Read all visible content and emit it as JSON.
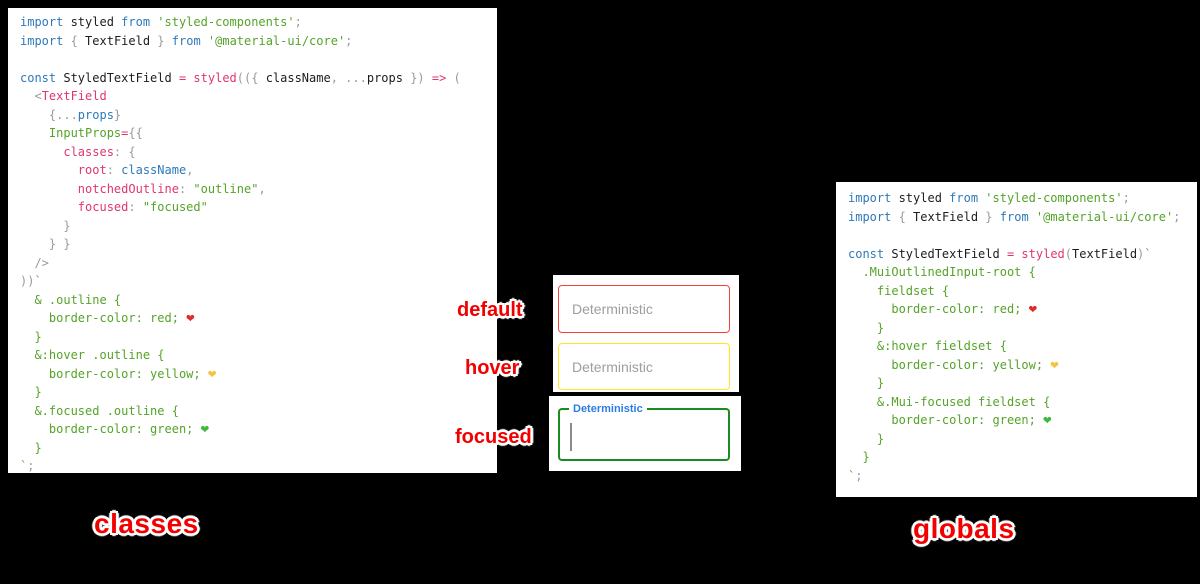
{
  "colors": {
    "background": "#000000",
    "keyword_blue": "#2e79b9",
    "string_green": "#55a329",
    "pink": "#e0376e",
    "punctuation_gray": "#9b9b9b",
    "plain_text": "#1d1d1d",
    "default_border_red": "#f44336",
    "hover_border_yellow": "#ffe623",
    "focused_border_green": "#1a8c1f",
    "focused_label_blue": "#2a7de1",
    "placeholder_gray": "#9e9e9e",
    "annotation_red": "#f20000"
  },
  "code": {
    "left": {
      "lines": [
        [
          [
            "kw",
            "import"
          ],
          [
            "pl",
            " styled "
          ],
          [
            "kw",
            "from"
          ],
          [
            "st",
            " 'styled-components'"
          ],
          [
            "pu",
            ";"
          ]
        ],
        [
          [
            "kw",
            "import"
          ],
          [
            "pu",
            " { "
          ],
          [
            "pl",
            "TextField"
          ],
          [
            "pu",
            " } "
          ],
          [
            "kw",
            "from"
          ],
          [
            "st",
            " '@material-ui/core'"
          ],
          [
            "pu",
            ";"
          ]
        ],
        [],
        [
          [
            "kw",
            "const"
          ],
          [
            "pl",
            " StyledTextField "
          ],
          [
            "pk",
            "="
          ],
          [
            "pl",
            " "
          ],
          [
            "pk",
            "styled"
          ],
          [
            "pu",
            "(({ "
          ],
          [
            "pl",
            "className"
          ],
          [
            "pu",
            ", ..."
          ],
          [
            "pl",
            "props"
          ],
          [
            "pu",
            " }) "
          ],
          [
            "pk",
            "=>"
          ],
          [
            "pu",
            " ("
          ]
        ],
        [
          [
            "pu",
            "  <"
          ],
          [
            "pk",
            "TextField"
          ]
        ],
        [
          [
            "pu",
            "    {..."
          ],
          [
            "vr",
            "props"
          ],
          [
            "pu",
            "}"
          ]
        ],
        [
          [
            "st",
            "    InputProps"
          ],
          [
            "pk",
            "="
          ],
          [
            "pu",
            "{{"
          ]
        ],
        [
          [
            "pk",
            "      classes"
          ],
          [
            "pu",
            ": {"
          ]
        ],
        [
          [
            "pk",
            "        root"
          ],
          [
            "pu",
            ": "
          ],
          [
            "vr",
            "className"
          ],
          [
            "pu",
            ","
          ]
        ],
        [
          [
            "pk",
            "        notchedOutline"
          ],
          [
            "pu",
            ": "
          ],
          [
            "st",
            "\"outline\""
          ],
          [
            "pu",
            ","
          ]
        ],
        [
          [
            "pk",
            "        focused"
          ],
          [
            "pu",
            ": "
          ],
          [
            "st",
            "\"focused\""
          ]
        ],
        [
          [
            "pu",
            "      }"
          ]
        ],
        [
          [
            "pu",
            "    } }"
          ]
        ],
        [
          [
            "pu",
            "  />"
          ]
        ],
        [
          [
            "pu",
            "))"
          ],
          [
            "st",
            "`"
          ]
        ],
        [
          [
            "st",
            "  & .outline {"
          ]
        ],
        [
          [
            "st",
            "    border-color: red; "
          ],
          [
            "hr",
            "❤"
          ]
        ],
        [
          [
            "st",
            "  }"
          ]
        ],
        [
          [
            "st",
            "  &:hover .outline {"
          ]
        ],
        [
          [
            "st",
            "    border-color: yellow; "
          ],
          [
            "hy",
            "❤"
          ]
        ],
        [
          [
            "st",
            "  }"
          ]
        ],
        [
          [
            "st",
            "  &.focused .outline {"
          ]
        ],
        [
          [
            "st",
            "    border-color: green; "
          ],
          [
            "hg",
            "❤"
          ]
        ],
        [
          [
            "st",
            "  }"
          ]
        ],
        [
          [
            "st",
            "`"
          ],
          [
            "pu",
            ";"
          ]
        ]
      ]
    },
    "right": {
      "lines": [
        [
          [
            "kw",
            "import"
          ],
          [
            "pl",
            " styled "
          ],
          [
            "kw",
            "from"
          ],
          [
            "st",
            " 'styled-components'"
          ],
          [
            "pu",
            ";"
          ]
        ],
        [
          [
            "kw",
            "import"
          ],
          [
            "pu",
            " { "
          ],
          [
            "pl",
            "TextField"
          ],
          [
            "pu",
            " } "
          ],
          [
            "kw",
            "from"
          ],
          [
            "st",
            " '@material-ui/core'"
          ],
          [
            "pu",
            ";"
          ]
        ],
        [],
        [
          [
            "kw",
            "const"
          ],
          [
            "pl",
            " StyledTextField "
          ],
          [
            "pk",
            "="
          ],
          [
            "pl",
            " "
          ],
          [
            "pk",
            "styled"
          ],
          [
            "pu",
            "("
          ],
          [
            "pl",
            "TextField"
          ],
          [
            "pu",
            ")"
          ],
          [
            "st",
            "`"
          ]
        ],
        [
          [
            "st",
            "  .MuiOutlinedInput-root {"
          ]
        ],
        [
          [
            "st",
            "    fieldset {"
          ]
        ],
        [
          [
            "st",
            "      border-color: red; "
          ],
          [
            "hr",
            "❤"
          ]
        ],
        [
          [
            "st",
            "    }"
          ]
        ],
        [
          [
            "st",
            "    &:hover fieldset {"
          ]
        ],
        [
          [
            "st",
            "      border-color: yellow; "
          ],
          [
            "hy",
            "❤"
          ]
        ],
        [
          [
            "st",
            "    }"
          ]
        ],
        [
          [
            "st",
            "    &.Mui-focused fieldset {"
          ]
        ],
        [
          [
            "st",
            "      border-color: green; "
          ],
          [
            "hg",
            "❤"
          ]
        ],
        [
          [
            "st",
            "    }"
          ]
        ],
        [
          [
            "st",
            "  }"
          ]
        ],
        [
          [
            "st",
            "`"
          ],
          [
            "pu",
            ";"
          ]
        ]
      ]
    }
  },
  "middle": {
    "state_labels": {
      "default": "default",
      "hover": "hover",
      "focused": "focused"
    },
    "fields": {
      "default_placeholder": "Deterministic",
      "hover_placeholder": "Deterministic",
      "focused_label": "Deterministic"
    }
  },
  "captions": {
    "left": "classes",
    "right": "globals"
  }
}
